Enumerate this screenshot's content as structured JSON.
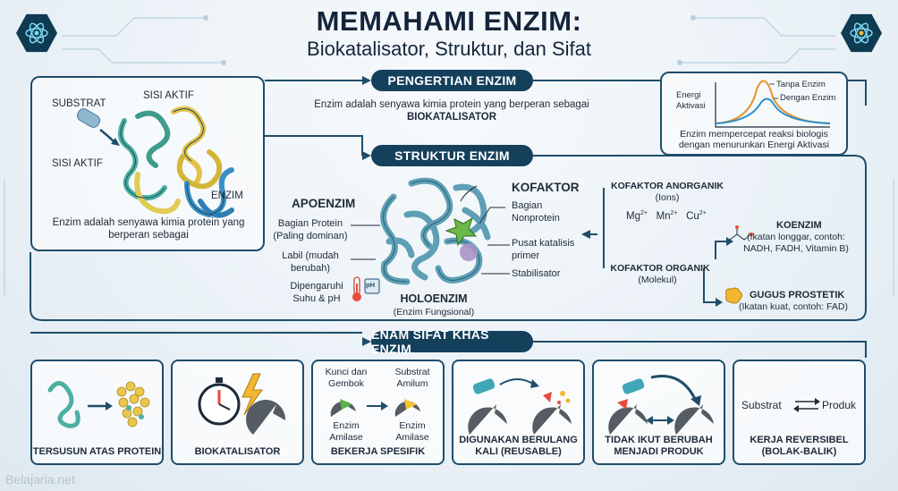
{
  "header": {
    "title": "MEMAHAMI ENZIM:",
    "subtitle": "Biokatalisator, Struktur, dan Sifat"
  },
  "intro_panel": {
    "substrat": "SUBSTRAT",
    "sisi_aktif_top": "SISI AKTIF",
    "sisi_aktif_left": "SISI AKTIF",
    "enzim": "ENZIM",
    "caption": "Enzim adalah senyawa kimia protein yang berperan sebagai"
  },
  "pengertian": {
    "banner": "PENGERTIAN ENZIM",
    "text": "Enzim adalah senyawa kimia protein yang berperan sebagai",
    "bold": "BIOKATALISATOR"
  },
  "energy_box": {
    "ylabel": "Energi Aktivasi",
    "tanpa": "Tanpa Enzim",
    "dengan": "Dengan Enzim",
    "caption": "Enzim mempercepat reaksi biologis dengan menurunkan Energi Aktivasi",
    "colors": {
      "tanpa": "#e8922b",
      "dengan": "#2e8fc9"
    }
  },
  "struktur": {
    "banner": "STRUKTUR ENZIM",
    "apoenzim": "APOENZIM",
    "bagian_protein": "Bagian Protein (Paling dominan)",
    "labil": "Labil (mudah berubah)",
    "dipengaruhi": "Dipengaruhi Suhu & pH",
    "ph": "pH",
    "kofaktor": "KOFAKTOR",
    "bagian_nonprotein": "Bagian Nonprotein",
    "pusat": "Pusat katalisis primer",
    "stabilisator": "Stabilisator",
    "holoenzim": "HOLOENZIM",
    "holo_sub": "(Enzim Fungsional)",
    "anorganik_title": "KOFAKTOR ANORGANIK",
    "anorganik_sub": "(Ions)",
    "ions": [
      "Mg",
      "Mn",
      "Cu"
    ],
    "ion_charge": "2+",
    "organik_title": "KOFAKTOR ORGANIK",
    "organik_sub": "(Molekul)",
    "koenzim": "KOENZIM",
    "koenzim_sub": "(Ikatan longgar, contoh: NADH, FADH, Vitamin B)",
    "gugus": "GUGUS PROSTETIK",
    "gugus_sub": "(Ikatan kuat, contoh: FAD)"
  },
  "sifat": {
    "banner": "ENAM SIFAT KHAS ENZIM",
    "cards": [
      {
        "label": "TERSUSUN ATAS PROTEIN"
      },
      {
        "label": "BIOKATALISATOR"
      },
      {
        "label": "BEKERJA SPESIFIK",
        "kunci": "Kunci dan Gembok",
        "substrat": "Substrat Amilum",
        "enzim1": "Enzim Amilase",
        "enzim2": "Enzim Amilase"
      },
      {
        "label": "DIGUNAKAN BERULANG KALI (REUSABLE)"
      },
      {
        "label": "TIDAK IKUT BERUBAH MENJADI PRODUK"
      },
      {
        "label": "KERJA REVERSIBEL (BOLAK-BALIK)",
        "substrat": "Substrat",
        "produk": "Produk"
      }
    ]
  },
  "watermark": "Belajaria.net"
}
